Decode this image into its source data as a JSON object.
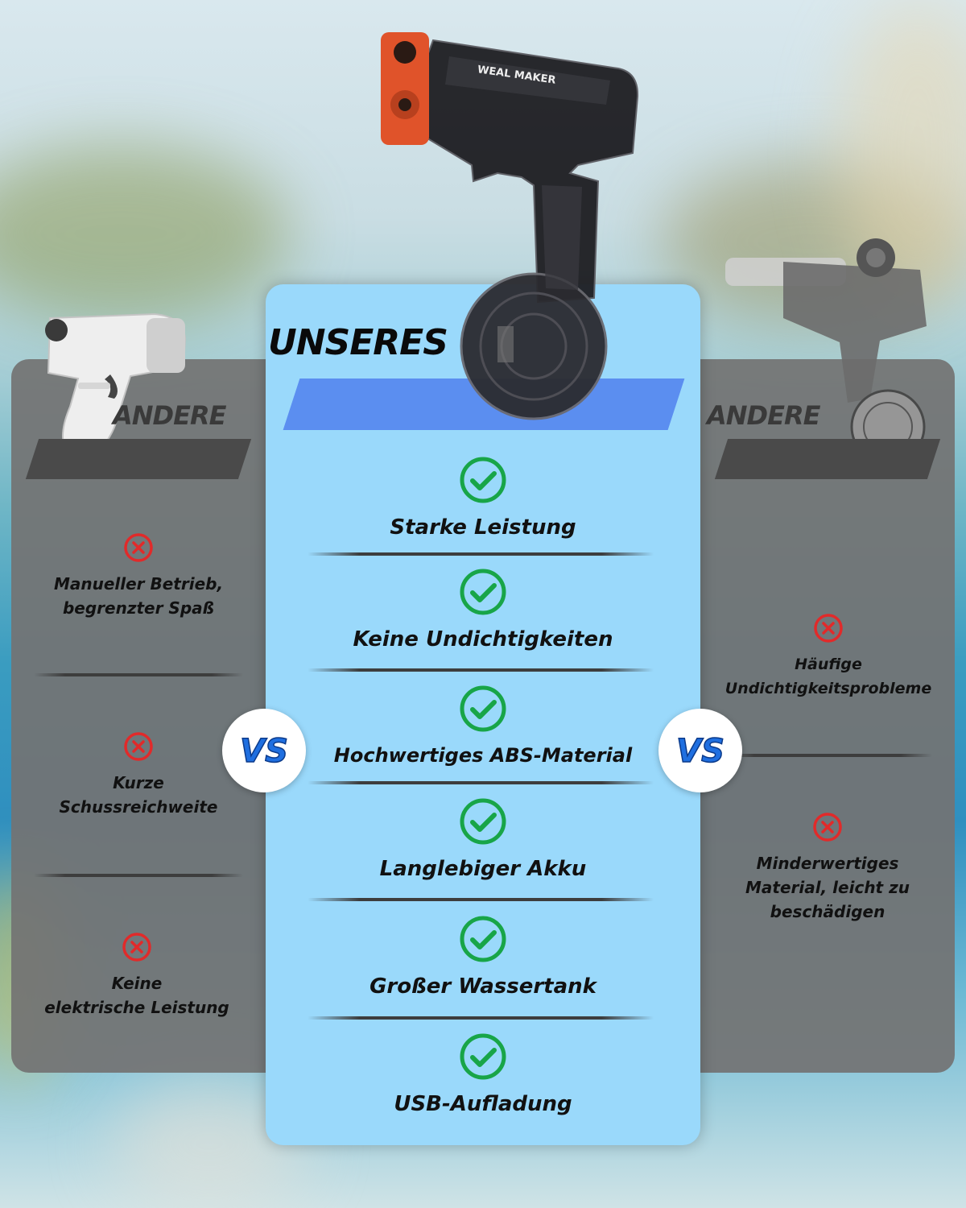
{
  "center": {
    "heading": "UNSERES",
    "features": [
      {
        "label": "Starke Leistung",
        "icon": "check-circle-icon"
      },
      {
        "label": "Keine Undichtigkeiten",
        "icon": "check-circle-icon"
      },
      {
        "label": "Hochwertiges ABS-Material",
        "icon": "check-circle-icon"
      },
      {
        "label": "Langlebiger Akku",
        "icon": "check-circle-icon"
      },
      {
        "label": "Großer Wassertank",
        "icon": "check-circle-icon"
      },
      {
        "label": "USB-Aufladung",
        "icon": "check-circle-icon"
      }
    ],
    "product_text": "WEAL MAKER"
  },
  "left": {
    "heading": "ANDERE",
    "cons": [
      {
        "line1": "Manueller Betrieb,",
        "line2": "begrenzter Spaß",
        "icon": "x-circle-icon"
      },
      {
        "line1": "Kurze",
        "line2": "Schussreichweite",
        "icon": "x-circle-icon"
      },
      {
        "line1": "Keine",
        "line2": "elektrische Leistung",
        "icon": "x-circle-icon"
      }
    ]
  },
  "right": {
    "heading": "ANDERE",
    "cons": [
      {
        "line1": "Häufige",
        "line2": "Undichtigkeitsprobleme",
        "line3": "",
        "icon": "x-circle-icon"
      },
      {
        "line1": "Minderwertiges",
        "line2": "Material, leicht zu",
        "line3": "beschädigen",
        "icon": "x-circle-icon"
      }
    ]
  },
  "vs_label": "VS",
  "colors": {
    "center_panel": "#9ad9fb",
    "side_panel": "#737373",
    "ribbon_center": "#5b8ef0",
    "check_green": "#18a548",
    "x_red": "#e12a2a",
    "vs_blue": "#1f6fe0"
  }
}
